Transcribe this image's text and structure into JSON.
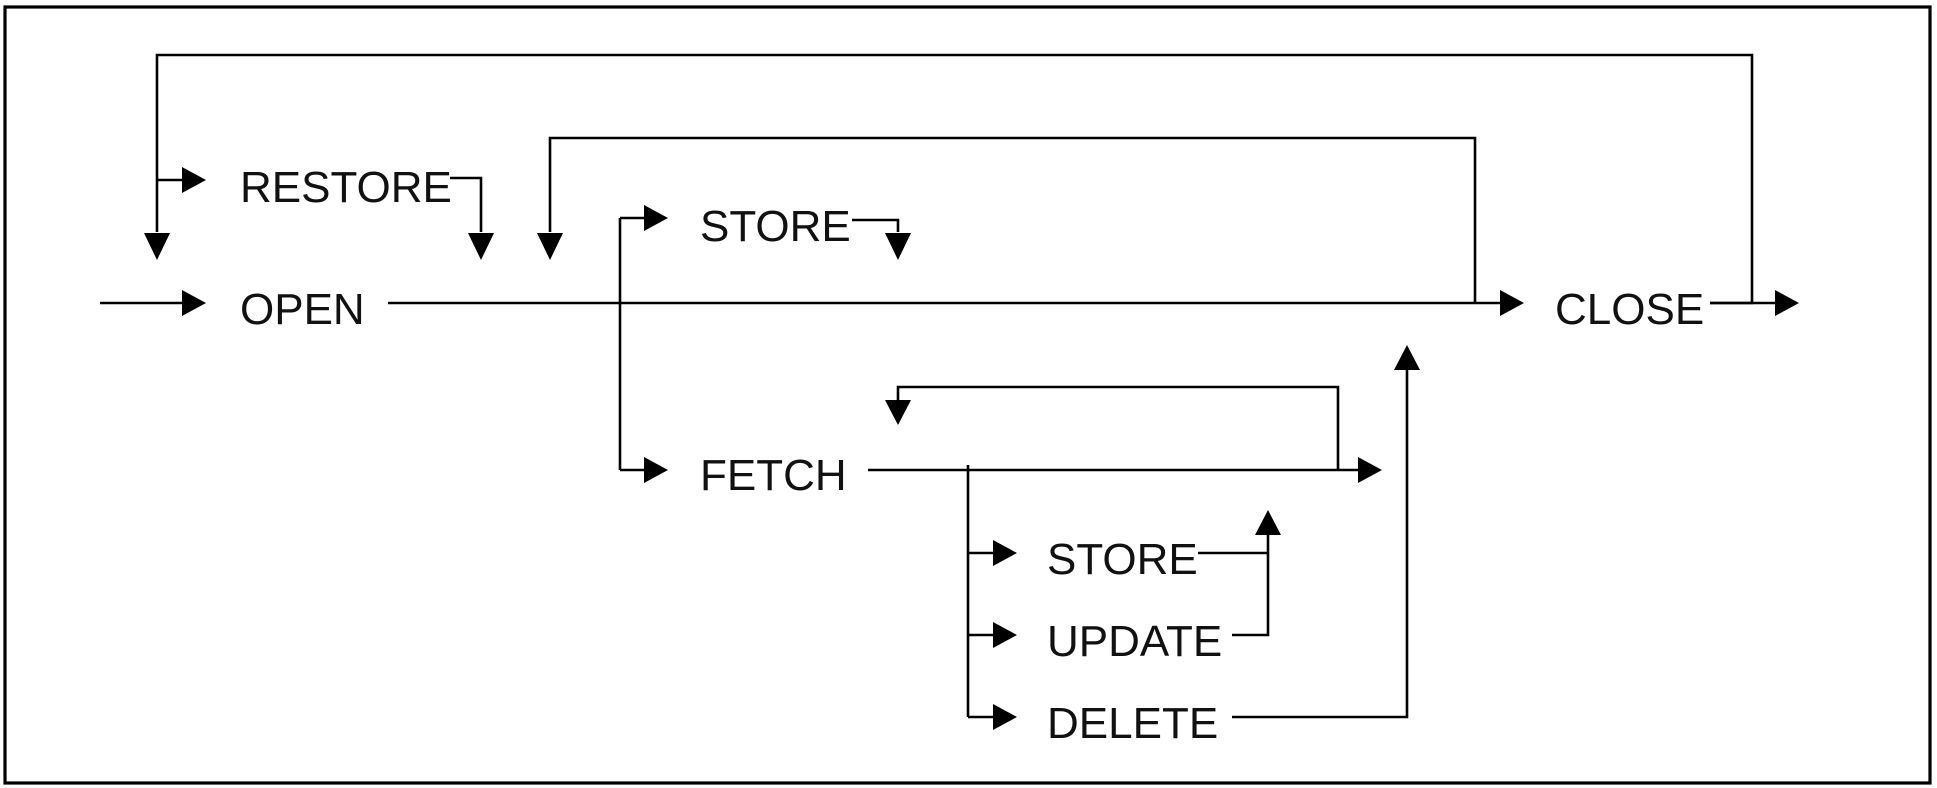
{
  "diagram": {
    "nodes": {
      "restore": "RESTORE",
      "open": "OPEN",
      "store_top": "STORE",
      "fetch": "FETCH",
      "store_sub": "STORE",
      "update": "UPDATE",
      "delete": "DELETE",
      "close": "CLOSE"
    }
  }
}
